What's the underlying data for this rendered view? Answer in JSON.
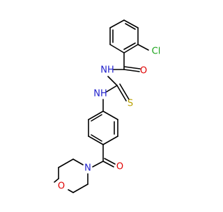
{
  "colors": {
    "bond": "#000000",
    "carbon": "#000000",
    "nitrogen": "#1f1fcc",
    "oxygen": "#e00000",
    "sulfur": "#b8a000",
    "chlorine": "#1aa31a"
  },
  "atoms": {
    "cl": "Cl",
    "o_amide": "O",
    "nh_upper": "NH",
    "s": "S",
    "nh_lower": "NH",
    "o_carbonyl": "O",
    "n_morph": "N",
    "o_morph": "O"
  }
}
